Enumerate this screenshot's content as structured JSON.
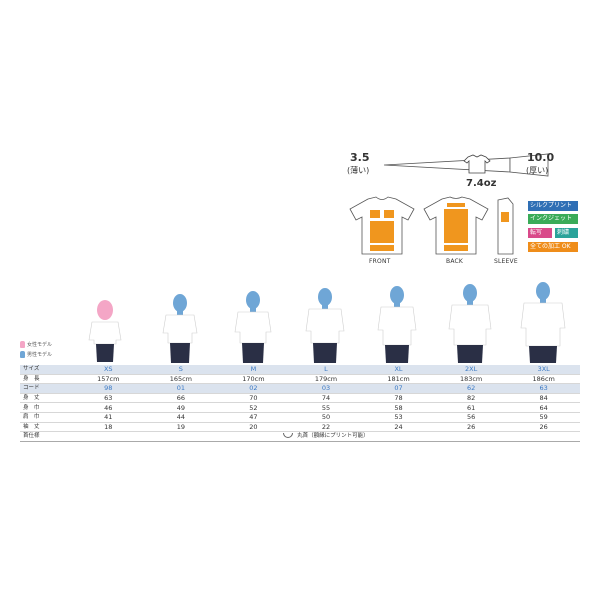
{
  "thickness": {
    "min_value": "3.5",
    "min_label": "(薄い)",
    "max_value": "10.0",
    "max_label": "(厚い)",
    "current": "7.4oz"
  },
  "print_area": {
    "captions": [
      "FRONT",
      "BACK",
      "SLEEVE"
    ],
    "accent_color": "#f0961e"
  },
  "print_methods": {
    "silk": "シルクプリント",
    "inkjet": "インクジェット",
    "transfer": "転写",
    "embroidery": "刺繍",
    "all": "全ての加工 OK",
    "colors": {
      "silk": "#2f6fb5",
      "inkjet": "#3aab58",
      "transfer": "#d94a8a",
      "embroidery": "#2aa39a",
      "all": "#ef8d1a"
    }
  },
  "legend": {
    "female": "女性モデル",
    "male": "男性モデル",
    "female_color": "#f4a6c6",
    "male_color": "#6fa6d6"
  },
  "table": {
    "label_size": "サイズ",
    "label_height": "身　長",
    "label_code": "コード",
    "label_body_length": "身　丈",
    "label_chest_width": "身　巾",
    "label_shoulder_width": "肩　巾",
    "label_sleeve_length": "袖　丈",
    "label_neck": "首仕様",
    "sizes": [
      "XS",
      "S",
      "M",
      "L",
      "XL",
      "2XL",
      "3XL"
    ],
    "heights": [
      "157cm",
      "165cm",
      "170cm",
      "179cm",
      "181cm",
      "183cm",
      "186cm"
    ],
    "codes": [
      "98",
      "01",
      "02",
      "03",
      "07",
      "62",
      "63"
    ],
    "body_length": [
      "63",
      "66",
      "70",
      "74",
      "78",
      "82",
      "84"
    ],
    "chest_width": [
      "46",
      "49",
      "52",
      "55",
      "58",
      "61",
      "64"
    ],
    "shoulder_width": [
      "41",
      "44",
      "47",
      "50",
      "53",
      "56",
      "59"
    ],
    "sleeve_length": [
      "18",
      "19",
      "20",
      "22",
      "24",
      "26",
      "26"
    ],
    "neck": "丸首（額縁にプリント可能）"
  }
}
